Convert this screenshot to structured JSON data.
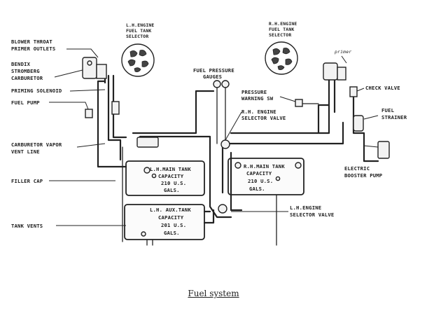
{
  "caption": "Fuel system",
  "labels": {
    "lh_selector": [
      "L.H.ENGINE",
      "FUEL TANK",
      "SELECTOR"
    ],
    "rh_selector": [
      "R.H.ENGINE",
      "FUEL TANK",
      "SELECTOR"
    ],
    "primer": "primer",
    "blower_throat": [
      "BLOWER THROAT",
      "PRIMER OUTLETS"
    ],
    "bendix": [
      "BENDIX",
      "STROMBERG",
      "CARBURETOR"
    ],
    "priming_solenoid": "PRIMING SOLENOID",
    "fuel_pump": "FUEL PUMP",
    "fuel_pressure": [
      "FUEL PRESSURE",
      "GAUGES"
    ],
    "pressure_warning": [
      "PRESSURE",
      "WARNING SW"
    ],
    "rh_engine_selector": [
      "R.H. ENGINE",
      "SELECTOR VALVE"
    ],
    "check_valve": "CHECK VALVE",
    "fuel_strainer": [
      "FUEL",
      "STRAINER"
    ],
    "carburetor_vapor": [
      "CARBURETOR VAPOR",
      "VENT LINE"
    ],
    "filler_cap": "FILLER CAP",
    "electric_pump": [
      "ELECTRIC",
      "BOOSTER PUMP"
    ],
    "tank_vents": "TANK VENTS",
    "lh_engine_selector": [
      "L.H.ENGINE",
      "SELECTOR VALVE"
    ]
  },
  "tanks": {
    "lh_main": [
      "L.H.MAIN TANK",
      "CAPACITY",
      "210 U.S.",
      "GALS."
    ],
    "rh_main": [
      "R.H.MAIN TANK",
      "CAPACITY",
      "210 U.S.",
      "GALS."
    ],
    "lh_aux": [
      "L.H. AUX.TANK",
      "CAPACITY",
      "201 U.S.",
      "GALS."
    ]
  }
}
